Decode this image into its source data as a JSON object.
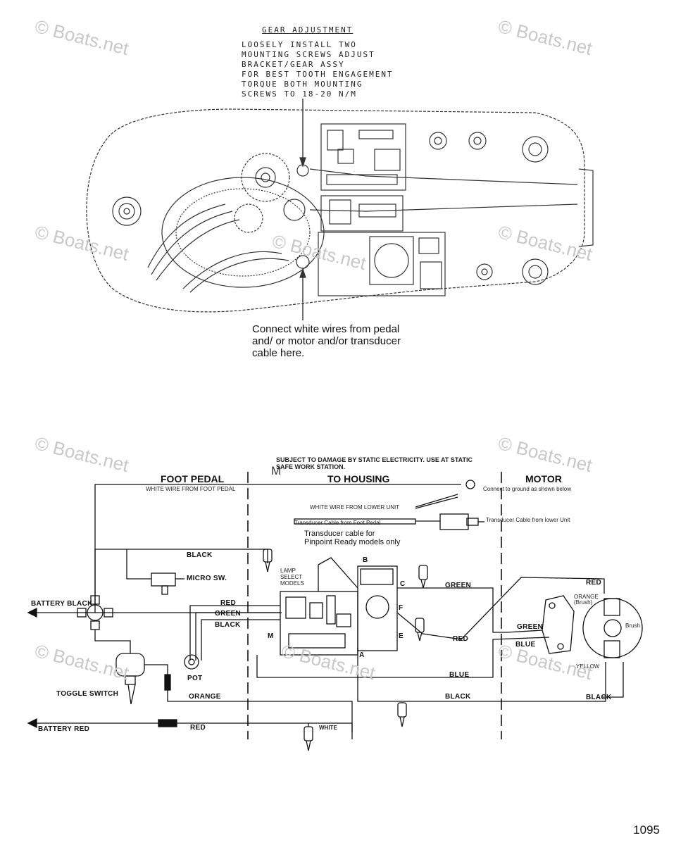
{
  "gear_adjustment": {
    "title": "GEAR ADJUSTMENT",
    "lines": [
      "LOOSELY INSTALL TWO",
      "MOUNTING SCREWS ADJUST",
      "BRACKET/GEAR ASSY",
      "FOR BEST TOOTH ENGAGEMENT",
      "TORQUE BOTH MOUNTING",
      "SCREWS TO 18-20 N/M"
    ]
  },
  "connect_note": "Connect white wires from pedal and/ or motor and/or transducer cable here.",
  "sections": {
    "foot_pedal": "FOOT PEDAL",
    "housing": "TO HOUSING",
    "motor": "MOTOR"
  },
  "warning": "SUBJECT TO DAMAGE BY STATIC ELECTRICITY. USE AT STATIC SAFE WORK STATION.",
  "labels": {
    "white_wire_foot_pedal": "WHITE WIRE FROM FOOT PEDAL",
    "white_wire_lower_unit": "WHITE WIRE FROM LOWER UNIT",
    "connect_to_ground": "Connect to ground as shown below",
    "transducer_foot_pedal": "Transducer Cable from Foot Pedal",
    "transducer_lower_unit": "Transducer Cable from lower Unit",
    "transducer_note": "Transducer cable for Pinpoint Ready models only",
    "battery_black": "BATTERY BLACK",
    "battery_red": "BATTERY RED",
    "toggle_switch": "TOGGLE SWITCH",
    "pot": "POT",
    "micro_sw": "MICRO SW.",
    "lamp_select": "LAMP SELECT MODELS",
    "black": "BLACK",
    "red": "RED",
    "green": "GREEN",
    "blue": "BLUE",
    "orange": "ORANGE",
    "white": "WHITE",
    "yellow": "YELLOW",
    "brush": "Brush",
    "orange_brush": "ORANGE (Brush)",
    "term_a": "A",
    "term_b": "B",
    "term_c": "C",
    "term_e": "E",
    "term_f": "F",
    "term_m": "M"
  },
  "watermark": "© Boats.net",
  "page_number": "1095"
}
